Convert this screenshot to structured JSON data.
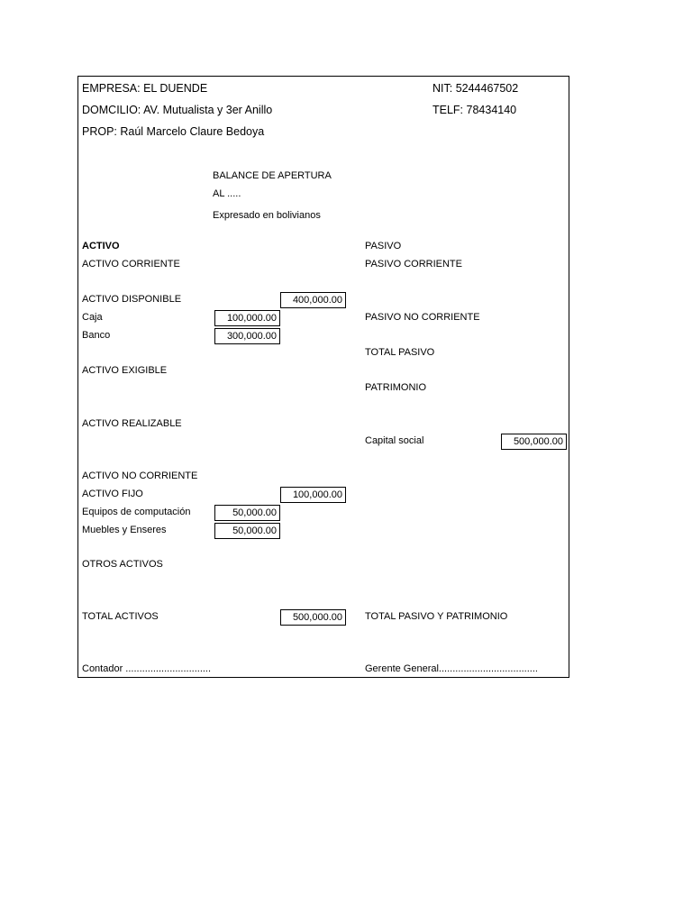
{
  "header": {
    "empresa": "EMPRESA: EL DUENDE",
    "nit": "NIT: 5244467502",
    "domicilio": "DOMCILIO: AV. Mutualista y 3er Anillo",
    "telf": "TELF: 78434140",
    "prop": "PROP: Raúl Marcelo Claure Bedoya"
  },
  "title": {
    "line1": "BALANCE DE APERTURA",
    "line2": "AL .....",
    "line3": "Expresado en bolivianos"
  },
  "left": {
    "activo": "ACTIVO",
    "activo_corriente": "ACTIVO CORRIENTE",
    "activo_disponible": "ACTIVO DISPONIBLE",
    "activo_disponible_total": "400,000.00",
    "caja": "Caja",
    "caja_val": "100,000.00",
    "banco": "Banco",
    "banco_val": "300,000.00",
    "activo_exigible": "ACTIVO EXIGIBLE",
    "activo_realizable": "ACTIVO REALIZABLE",
    "activo_no_corriente": "ACTIVO NO CORRIENTE",
    "activo_fijo": "ACTIVO FIJO",
    "activo_fijo_total": "100,000.00",
    "equipos": "Equipos de computación",
    "equipos_val": "50,000.00",
    "muebles": "Muebles y Enseres",
    "muebles_val": "50,000.00",
    "otros_activos": "OTROS ACTIVOS",
    "total_activos": "TOTAL ACTIVOS",
    "total_activos_val": "500,000.00"
  },
  "right": {
    "pasivo": "PASIVO",
    "pasivo_corriente": "PASIVO CORRIENTE",
    "pasivo_no_corriente": "PASIVO NO CORRIENTE",
    "total_pasivo": "TOTAL PASIVO",
    "patrimonio": "PATRIMONIO",
    "capital_social": "Capital social",
    "capital_social_val": "500,000.00",
    "total_pasivo_patrimonio": "TOTAL PASIVO Y PATRIMONIO"
  },
  "footer": {
    "contador": "Contador ...............................",
    "gerente": "Gerente General...................................."
  }
}
